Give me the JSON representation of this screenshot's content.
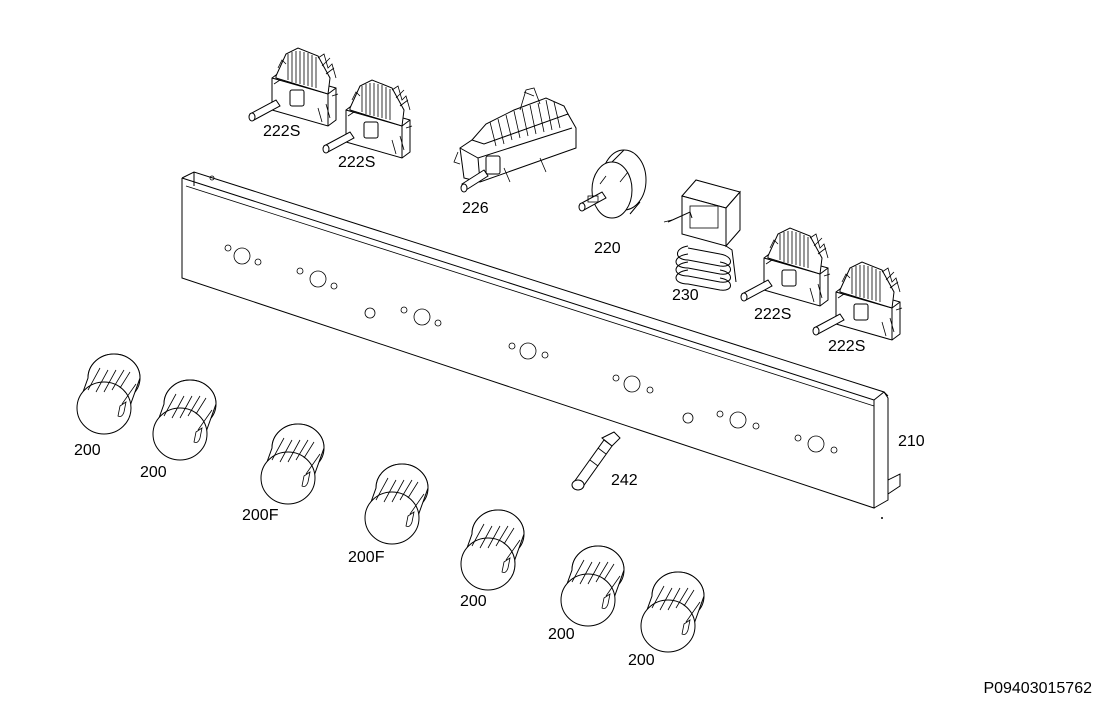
{
  "diagram": {
    "document_number": "P09403015762",
    "labels": {
      "switch_a": "222S",
      "switch_b": "222S",
      "switch_c": "222S",
      "switch_d": "222S",
      "selector_226": "226",
      "energy_regulator_220": "220",
      "thermostat_230": "230",
      "panel_210": "210",
      "ignition_242": "242",
      "knob_1": "200",
      "knob_2": "200",
      "knob_3": "200F",
      "knob_4": "200F",
      "knob_5": "200",
      "knob_6": "200",
      "knob_7": "200"
    }
  }
}
